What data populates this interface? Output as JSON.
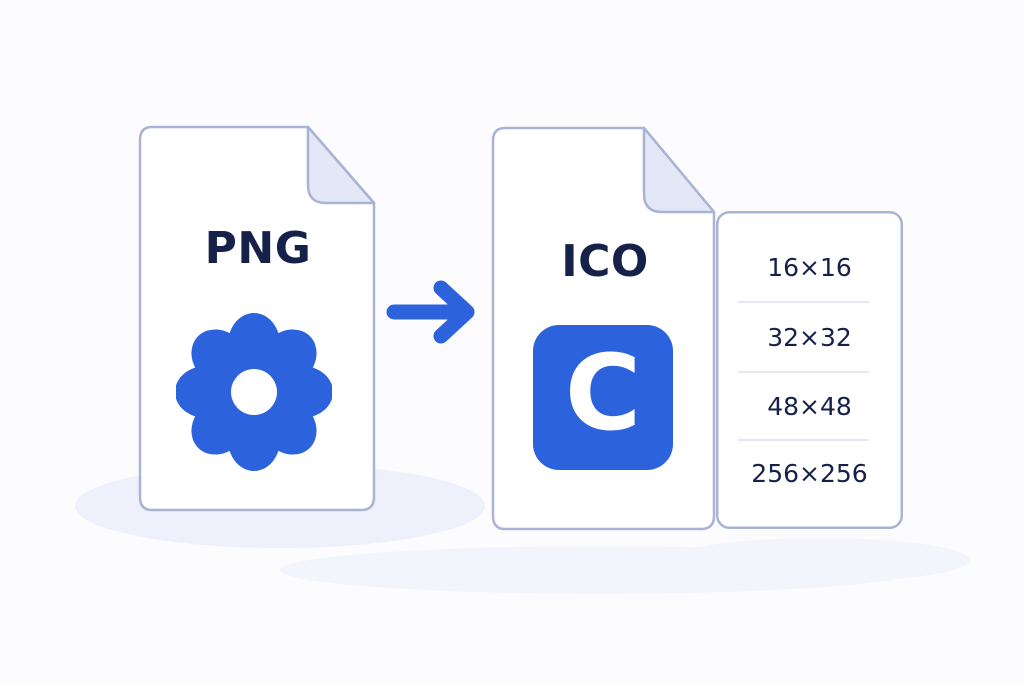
{
  "source_file": {
    "label": "PNG",
    "icon": "flower-icon"
  },
  "target_file": {
    "label": "ICO",
    "icon": "letter-c-app-icon",
    "icon_letter": "C"
  },
  "arrow_icon": "arrow-right-icon",
  "sizes": [
    "16×16",
    "32×32",
    "48×48",
    "256×256"
  ],
  "colors": {
    "accent": "#2d62dd",
    "text": "#16214a",
    "outline": "#a9b4d4",
    "fold": "#e4e8f6",
    "shadow": "#eef1fb",
    "background": "#fcfcfe"
  }
}
